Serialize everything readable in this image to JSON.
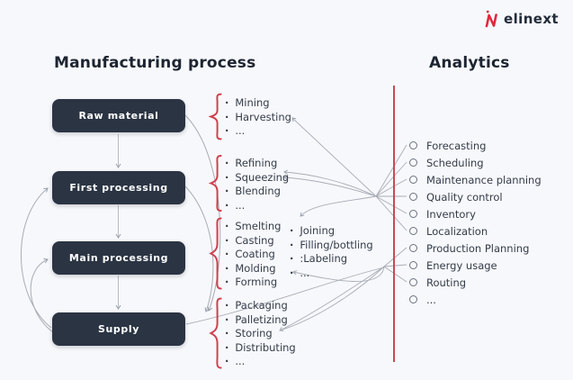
{
  "logo": {
    "brand": "elinext"
  },
  "headings": {
    "process": "Manufacturing process",
    "analytics": "Analytics"
  },
  "stages": [
    {
      "label": "Raw material"
    },
    {
      "label": "First processing"
    },
    {
      "label": "Main processing"
    },
    {
      "label": "Supply"
    }
  ],
  "groups": [
    {
      "items": [
        "Mining",
        "Harvesting",
        "..."
      ]
    },
    {
      "items": [
        "Refining",
        "Squeezing",
        "Blending",
        "..."
      ]
    },
    {
      "items": [
        "Smelting",
        "Casting",
        "Coating",
        "Molding",
        "Forming"
      ]
    },
    {
      "items": [
        "Joining",
        "Filling/bottling",
        ":Labeling",
        "..."
      ]
    },
    {
      "items": [
        "Packaging",
        "Palletizing",
        "Storing",
        "Distributing",
        "..."
      ]
    }
  ],
  "analytics": {
    "items": [
      "Forecasting",
      "Scheduling",
      "Maintenance planning",
      "Quality control",
      "Inventory",
      "Localization",
      "Production Planning",
      "Energy usage",
      "Routing",
      "..."
    ]
  },
  "colors": {
    "background": "#f7f8fb",
    "box": "#2b3443",
    "accent_red": "#cf4150",
    "connector": "#a8adb6",
    "text": "#343c49"
  }
}
